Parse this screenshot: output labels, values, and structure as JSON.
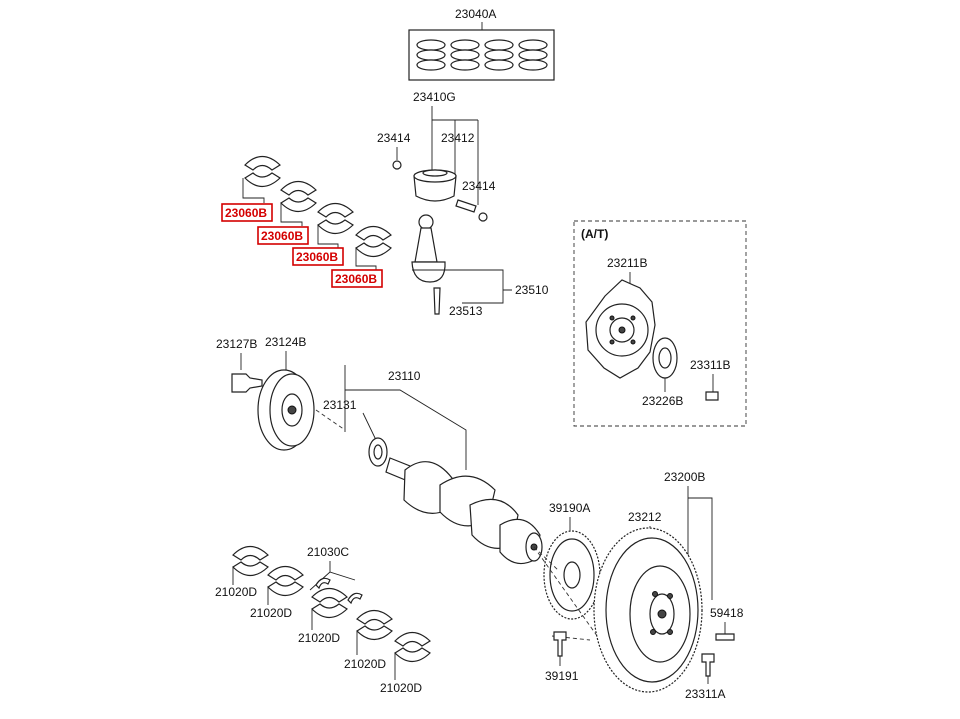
{
  "diagram": {
    "parts": {
      "p23040A": "23040A",
      "p23410G": "23410G",
      "p23414_a": "23414",
      "p23412": "23412",
      "p23414_b": "23414",
      "p23060B_1": "23060B",
      "p23060B_2": "23060B",
      "p23060B_3": "23060B",
      "p23060B_4": "23060B",
      "p23510": "23510",
      "p23513": "23513",
      "at_group": "(A/T)",
      "p23211B": "23211B",
      "p23311B": "23311B",
      "p23226B": "23226B",
      "p23127B": "23127B",
      "p23124B": "23124B",
      "p23110": "23110",
      "p23131": "23131",
      "p23200B": "23200B",
      "p23212": "23212",
      "p39190A": "39190A",
      "p21030C": "21030C",
      "p21020D_1": "21020D",
      "p21020D_2": "21020D",
      "p21020D_3": "21020D",
      "p21020D_4": "21020D",
      "p21020D_5": "21020D",
      "p59418": "59418",
      "p39191": "39191",
      "p23311A": "23311A"
    },
    "highlight_color": "#d40000"
  }
}
